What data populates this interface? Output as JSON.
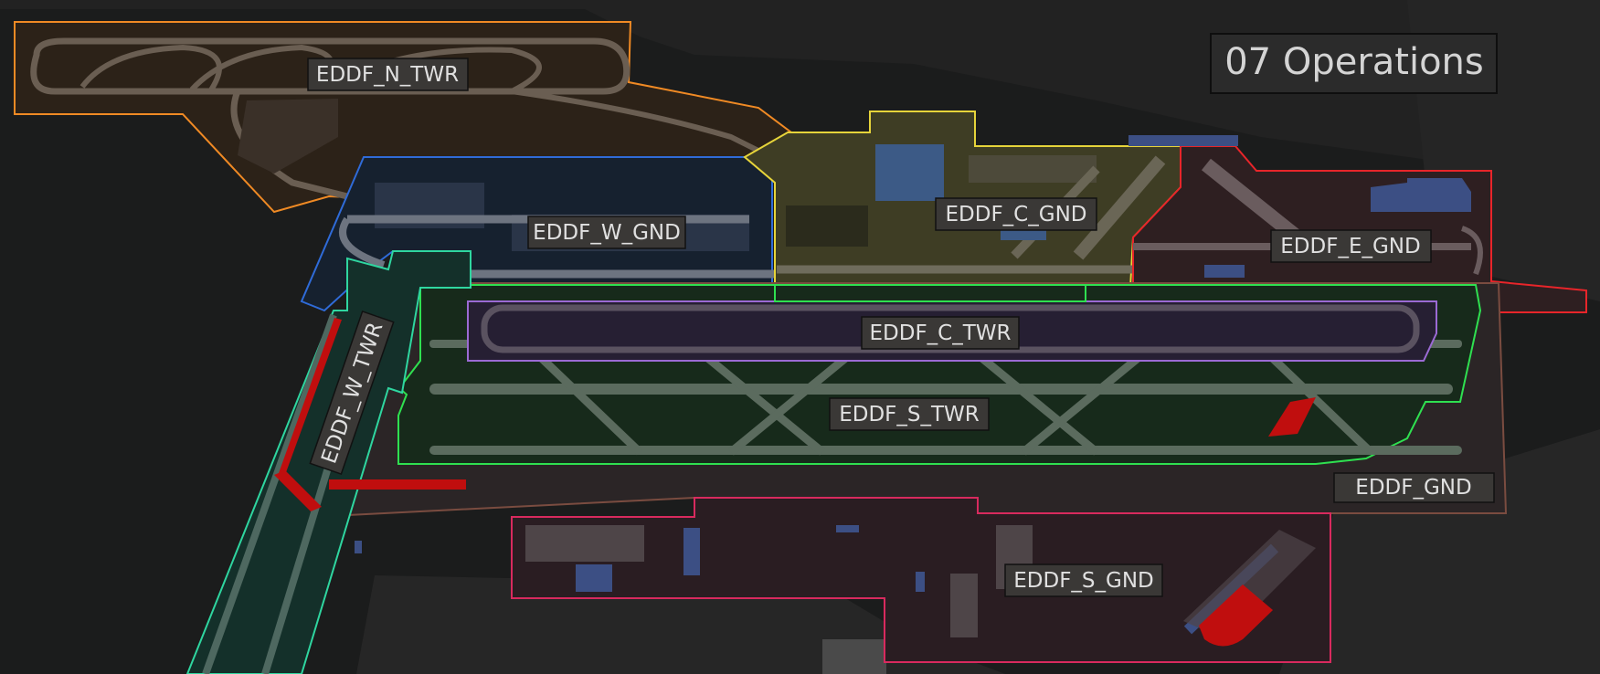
{
  "title": "07 Operations",
  "sectors": {
    "n_twr": "EDDF_N_TWR",
    "w_gnd": "EDDF_W_GND",
    "c_gnd": "EDDF_C_GND",
    "e_gnd": "EDDF_E_GND",
    "c_twr": "EDDF_C_TWR",
    "w_twr": "EDDF_W_TWR",
    "s_twr": "EDDF_S_TWR",
    "gnd": "EDDF_GND",
    "s_gnd": "EDDF_S_GND"
  },
  "colors": {
    "background": "#1b1c1c",
    "land_dark": "#232323",
    "taxiway": "#6c6c6c",
    "apron": "#5a5358",
    "building": "#3c4f84",
    "closed": "#c00e0e",
    "n_twr": "#f08a24",
    "w_gnd": "#2f6bd8",
    "c_gnd": "#e6d43a",
    "e_gnd": "#e8252a",
    "c_twr": "#9b6ad4",
    "w_twr": "#2fd6a0",
    "s_twr": "#2fe050",
    "gnd": "#7a4c40",
    "s_gnd": "#d82a5e"
  }
}
